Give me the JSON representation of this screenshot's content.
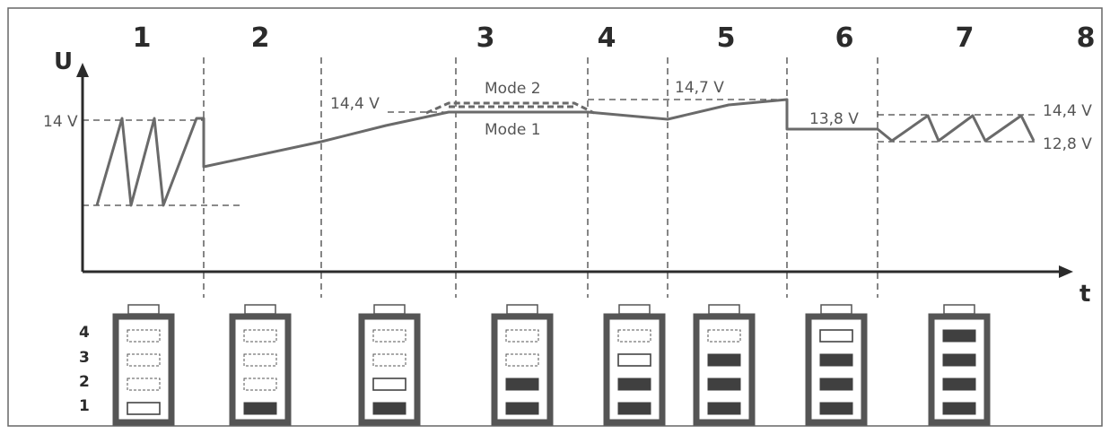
{
  "axes": {
    "y_label": "U",
    "x_label": "t"
  },
  "stages": [
    "1",
    "2",
    "3",
    "4",
    "5",
    "6",
    "7",
    "8"
  ],
  "voltages": {
    "v14": "14 V",
    "v14_4_left": "14,4 V",
    "v14_7": "14,7 V",
    "v13_8": "13,8 V",
    "v14_4_right": "14,4 V",
    "v12_8": "12,8 V"
  },
  "modes": {
    "mode2": "Mode 2",
    "mode1": "Mode 1"
  },
  "levels": [
    "4",
    "3",
    "2",
    "1"
  ],
  "batteries": [
    {
      "filled": 0,
      "outline": 1
    },
    {
      "filled": 1,
      "outline": 0
    },
    {
      "filled": 1,
      "outline": 1
    },
    {
      "filled": 2,
      "outline": 0
    },
    {
      "filled": 2,
      "outline": 1
    },
    {
      "filled": 3,
      "outline": 0
    },
    {
      "filled": 3,
      "outline": 1
    },
    {
      "filled": 4,
      "outline": 0
    }
  ],
  "colors": {
    "frame": "#666666",
    "curve": "#6a6a6a",
    "text": "#2b2b2b",
    "fill": "#404040"
  }
}
